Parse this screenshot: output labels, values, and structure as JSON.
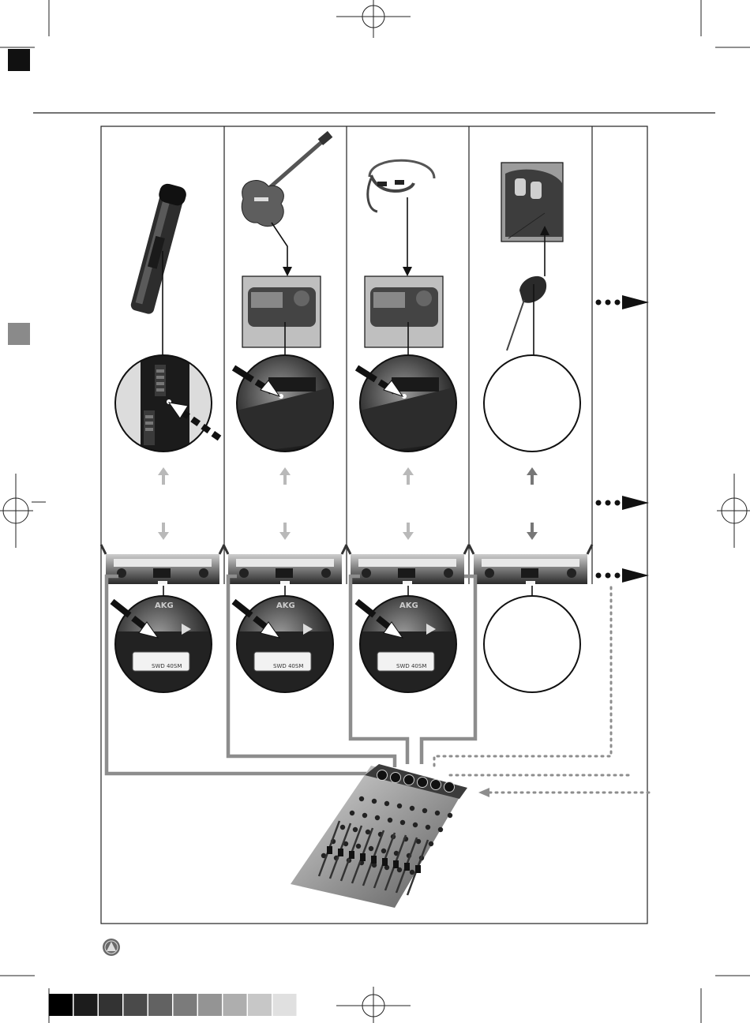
{
  "page": {
    "number": "",
    "section_marker_color": "#111111",
    "side_marker_color": "#8a8a8a"
  },
  "diagram": {
    "columns": [
      {
        "name": "handheld-microphone",
        "indicator": "transmitter-led",
        "device": "receiver"
      },
      {
        "name": "electric-guitar",
        "indicator": "bodypack-led",
        "device": "receiver"
      },
      {
        "name": "headset-microphone",
        "indicator": "bodypack-led",
        "device": "receiver"
      },
      {
        "name": "clip-on-transmitter",
        "indicator": "empty",
        "device": "receiver"
      }
    ],
    "receiver_label": "SWD 40SM",
    "brand_mark": "AKG",
    "arrow_colors": [
      "#b9b9b9",
      "#b9b9b9",
      "#b9b9b9",
      "#777777"
    ],
    "cable_color": "#8d8d8d"
  },
  "color_bar": [
    "#000000",
    "#1c1c1c",
    "#333333",
    "#4a4a4a",
    "#626262",
    "#7b7b7b",
    "#949494",
    "#aeaeae",
    "#c7c7c7",
    "#e0e0e0"
  ]
}
